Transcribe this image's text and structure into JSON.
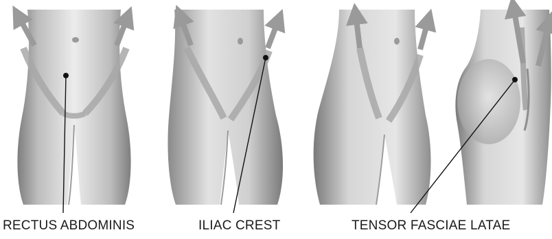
{
  "labels": {
    "rectus": "RECTUS ABDOMINIS",
    "iliac": "ILIAC CREST",
    "tensor": "TENSOR FASCIAE LATAE"
  },
  "colors": {
    "background": "#ffffff",
    "body_light": "#e8e8e8",
    "body_mid": "#c4c4c4",
    "body_dark": "#8a8a8a",
    "arrow": "#9a9a9a",
    "leader_line": "#111111",
    "text": "#1a1a1a"
  },
  "figures": [
    {
      "view": "front"
    },
    {
      "view": "three-quarter"
    },
    {
      "view": "oblique"
    },
    {
      "view": "side"
    }
  ]
}
